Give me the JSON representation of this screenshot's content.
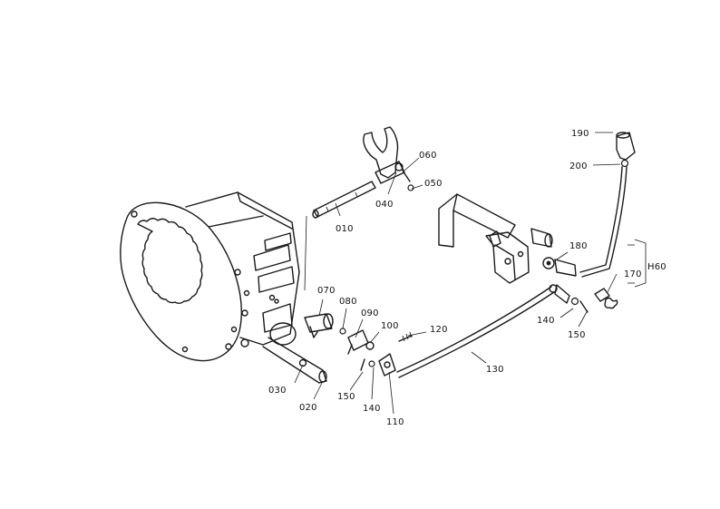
{
  "callouts": {
    "c010": "010",
    "c020": "020",
    "c030": "030",
    "c040": "040",
    "c050": "050",
    "c060": "060",
    "c070": "070",
    "c080": "080",
    "c090": "090",
    "c100": "100",
    "c110": "110",
    "c120": "120",
    "c130": "130",
    "c140a": "140",
    "c140b": "140",
    "c150a": "150",
    "c150b": "150",
    "c170": "170",
    "c180": "180",
    "c190": "190",
    "c200": "200",
    "cH60": "H60"
  }
}
